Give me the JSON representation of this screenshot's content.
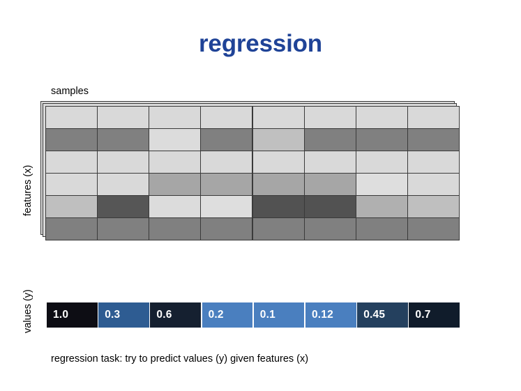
{
  "title": "regression",
  "title_color": "#1F4397",
  "labels": {
    "samples": "samples",
    "features": "features (x)",
    "values": "values (y)"
  },
  "caption": "regression task: try to predict values (y) given features (x)",
  "chart_data": {
    "type": "heatmap",
    "title": "regression",
    "xlabel": "samples",
    "ylabel": "features (x)",
    "n_rows": 6,
    "n_cols": 8,
    "description": "Feature matrix (x) of grayscale intensity cells above a row of regression target values (y).",
    "matrix_colors": [
      [
        "#d9d9d9",
        "#d9d9d9",
        "#d9d9d9",
        "#d9d9d9",
        "#d9d9d9",
        "#d9d9d9",
        "#d9d9d9",
        "#d9d9d9"
      ],
      [
        "#808080",
        "#808080",
        "#dcdcdc",
        "#808080",
        "#c0c0c0",
        "#808080",
        "#808080",
        "#808080"
      ],
      [
        "#d9d9d9",
        "#d9d9d9",
        "#d9d9d9",
        "#d9d9d9",
        "#d9d9d9",
        "#d9d9d9",
        "#d9d9d9",
        "#d9d9d9"
      ],
      [
        "#d9d9d9",
        "#d9d9d9",
        "#a6a6a6",
        "#a6a6a6",
        "#a6a6a6",
        "#a6a6a6",
        "#dedede",
        "#d9d9d9"
      ],
      [
        "#bfbfbf",
        "#565656",
        "#dcdcdc",
        "#dedede",
        "#525252",
        "#525252",
        "#b0b0b0",
        "#bfbfbf"
      ],
      [
        "#808080",
        "#808080",
        "#808080",
        "#808080",
        "#808080",
        "#808080",
        "#808080",
        "#808080"
      ]
    ],
    "matrix_values": [
      [
        0.85,
        0.85,
        0.85,
        0.85,
        0.85,
        0.85,
        0.85,
        0.85
      ],
      [
        0.5,
        0.5,
        0.86,
        0.5,
        0.75,
        0.5,
        0.5,
        0.5
      ],
      [
        0.85,
        0.85,
        0.85,
        0.85,
        0.85,
        0.85,
        0.85,
        0.85
      ],
      [
        0.85,
        0.85,
        0.65,
        0.65,
        0.65,
        0.65,
        0.87,
        0.85
      ],
      [
        0.75,
        0.34,
        0.86,
        0.87,
        0.32,
        0.32,
        0.69,
        0.75
      ],
      [
        0.5,
        0.5,
        0.5,
        0.5,
        0.5,
        0.5,
        0.5,
        0.5
      ]
    ],
    "values_label": "values (y)",
    "values": [
      {
        "label": "1.0",
        "value": 1.0,
        "color": "#0d0d14"
      },
      {
        "label": "0.3",
        "value": 0.3,
        "color": "#2e5c92"
      },
      {
        "label": "0.6",
        "value": 0.6,
        "color": "#152030"
      },
      {
        "label": "0.2",
        "value": 0.2,
        "color": "#4a7fbf"
      },
      {
        "label": "0.1",
        "value": 0.1,
        "color": "#4a7fbf"
      },
      {
        "label": "0.12",
        "value": 0.12,
        "color": "#4a7fbf"
      },
      {
        "label": "0.45",
        "value": 0.45,
        "color": "#24405e"
      },
      {
        "label": "0.7",
        "value": 0.7,
        "color": "#101c2b"
      }
    ]
  }
}
